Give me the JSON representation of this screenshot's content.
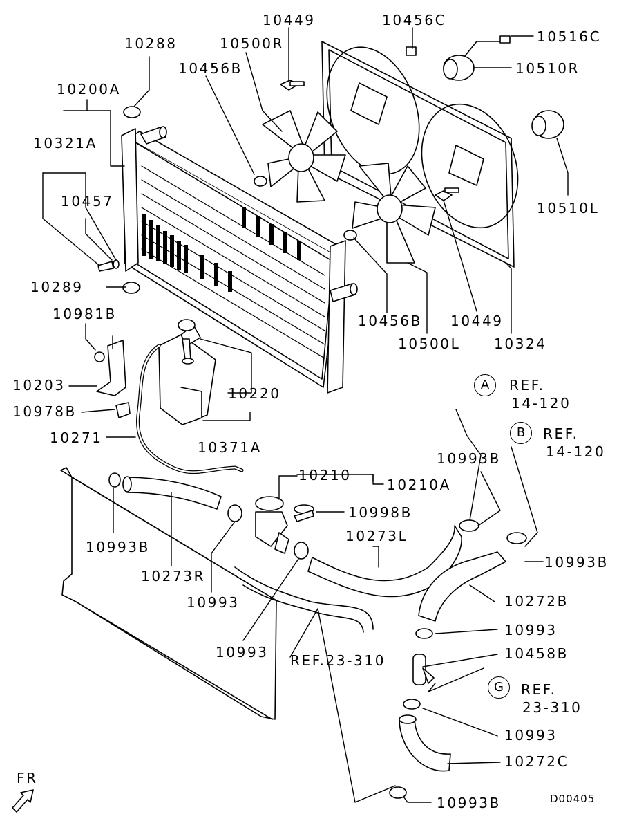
{
  "diagram_code": "D00405",
  "direction_label": "FR",
  "callouts": {
    "A": "A",
    "B": "B",
    "G": "G"
  },
  "labels": {
    "p10449_top": "10449",
    "p10456C": "10456C",
    "p10516C": "10516C",
    "p10288": "10288",
    "p10500R": "10500R",
    "p10510R": "10510R",
    "p10456B_top": "10456B",
    "p10200A": "10200A",
    "p10321A": "10321A",
    "p10457": "10457",
    "p10510L": "10510L",
    "p10289": "10289",
    "p10456B_bot": "10456B",
    "p10449_bot": "10449",
    "p10981B": "10981B",
    "p10500L": "10500L",
    "p10324": "10324",
    "p10203": "10203",
    "p10220": "10220",
    "p10978B": "10978B",
    "p10271": "10271",
    "p10371A": "10371A",
    "p10210": "10210",
    "p10210A": "10210A",
    "p10993B_left": "10993B",
    "p10998B": "10998B",
    "p10273L": "10273L",
    "p10993B_mid": "10993B",
    "p10273R": "10273R",
    "p10993B_right": "10993B",
    "p10993_a": "10993",
    "p10272B": "10272B",
    "p10993_b": "10993",
    "p10458B": "10458B",
    "p10993_c": "10993",
    "p10993_d": "10993",
    "p10272C": "10272C",
    "p10993B_bot": "10993B",
    "refA_1": "REF.",
    "refA_2": "14-120",
    "refB_1": "REF.",
    "refB_2": "14-120",
    "refG_1": "REF.",
    "refG_2": "23-310",
    "ref_mid": "REF.23-310"
  }
}
